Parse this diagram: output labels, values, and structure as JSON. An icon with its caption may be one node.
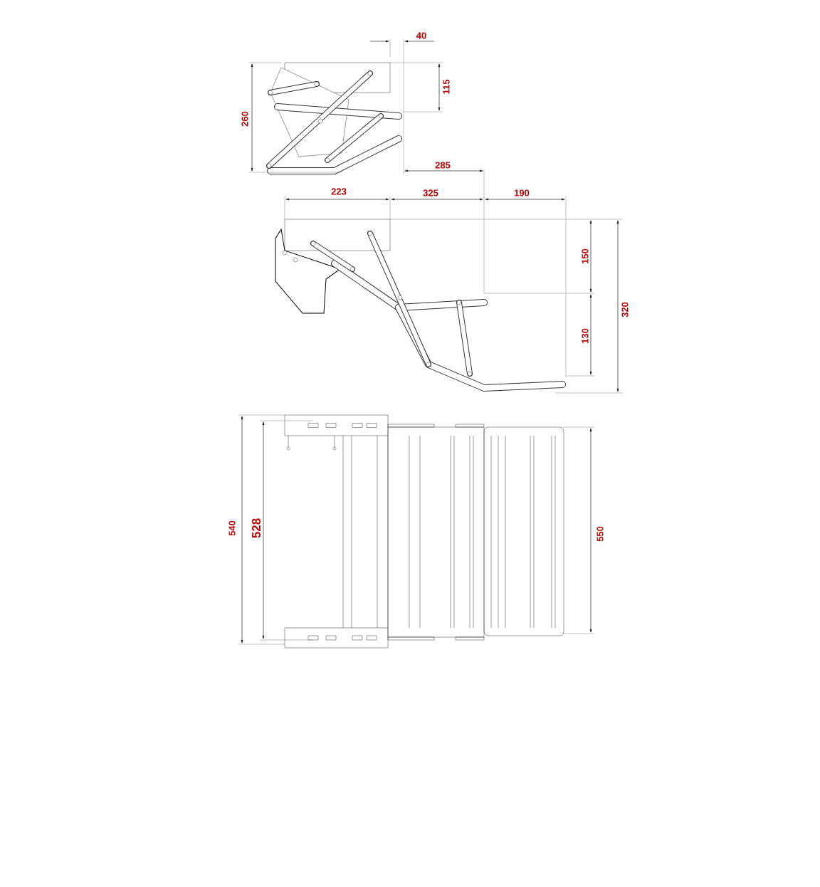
{
  "diagram": {
    "labels": [
      "40",
      "115",
      "260",
      "285",
      "223",
      "325",
      "190",
      "150",
      "320",
      "130",
      "540",
      "528",
      "550"
    ]
  }
}
